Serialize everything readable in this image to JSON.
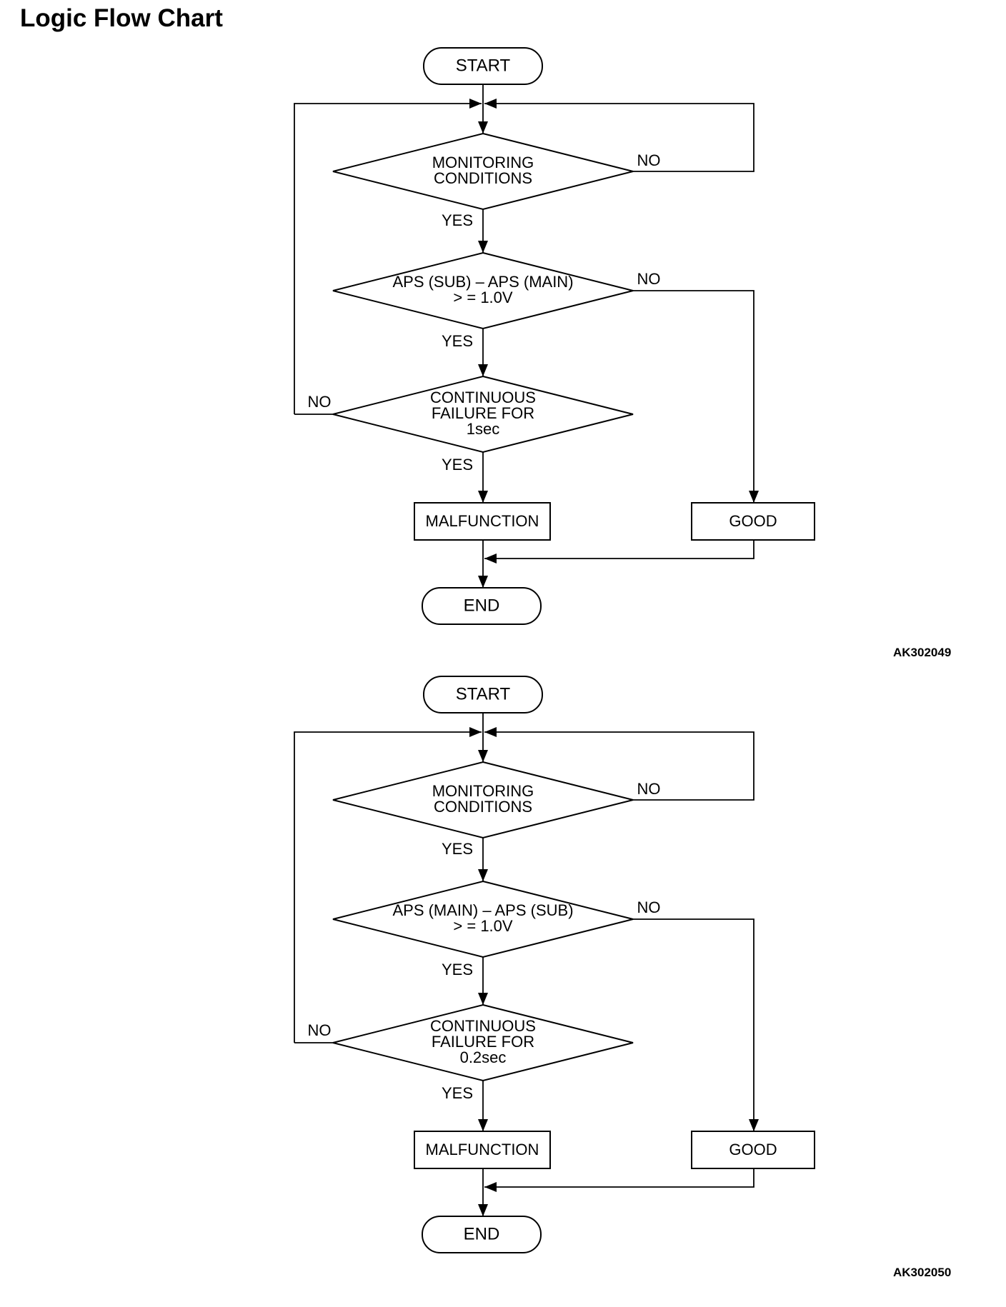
{
  "page_title": "Logic Flow Chart",
  "flowcharts": [
    {
      "figure_id": "AK302049",
      "start": "START",
      "end": "END",
      "decisions": [
        {
          "lines": [
            "MONITORING",
            "CONDITIONS"
          ],
          "yes": "YES",
          "no": "NO"
        },
        {
          "lines": [
            "APS (SUB) – APS (MAIN)",
            "> = 1.0V"
          ],
          "yes": "YES",
          "no": "NO"
        },
        {
          "lines": [
            "CONTINUOUS",
            "FAILURE FOR",
            "1sec"
          ],
          "yes": "YES",
          "no": "NO"
        }
      ],
      "malfunction": "MALFUNCTION",
      "good": "GOOD"
    },
    {
      "figure_id": "AK302050",
      "start": "START",
      "end": "END",
      "decisions": [
        {
          "lines": [
            "MONITORING",
            "CONDITIONS"
          ],
          "yes": "YES",
          "no": "NO"
        },
        {
          "lines": [
            "APS (MAIN) – APS (SUB)",
            "> = 1.0V"
          ],
          "yes": "YES",
          "no": "NO"
        },
        {
          "lines": [
            "CONTINUOUS",
            "FAILURE FOR",
            "0.2sec"
          ],
          "yes": "YES",
          "no": "NO"
        }
      ],
      "malfunction": "MALFUNCTION",
      "good": "GOOD"
    }
  ]
}
